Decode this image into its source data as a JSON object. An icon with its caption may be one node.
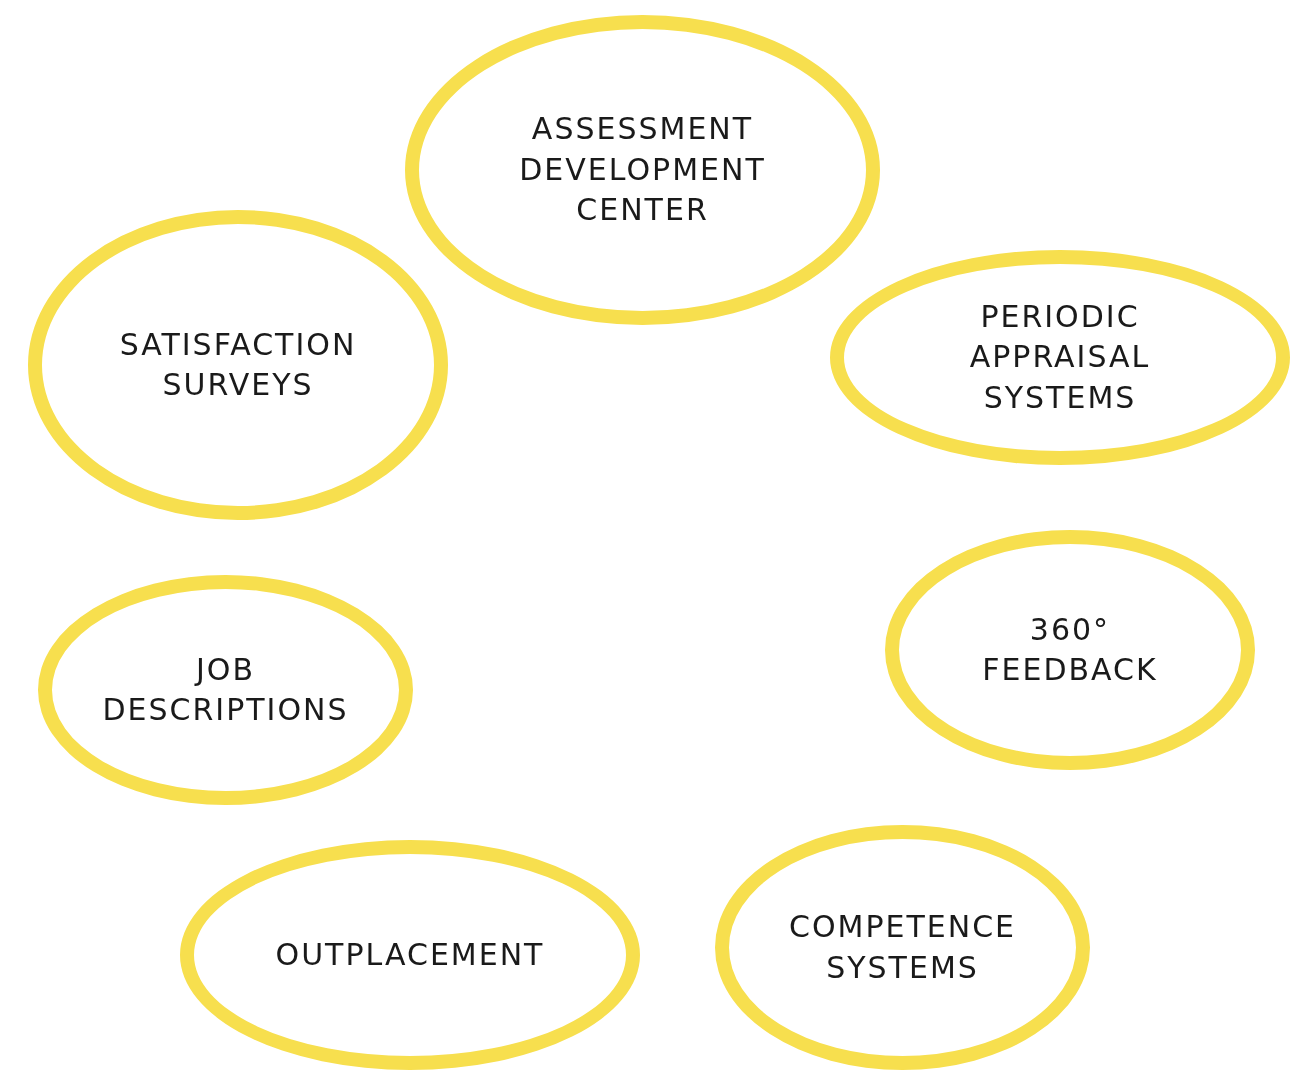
{
  "diagram": {
    "nodes": [
      {
        "text": [
          "ASSESSMENT DEVELOPMENT CENTER"
        ]
      },
      {
        "text": [
          "SATISFACTION SURVEYS"
        ]
      },
      {
        "text": [
          "PERIODIC APPRAISAL SYSTEMS"
        ]
      },
      {
        "text": [
          "JOB DESCRIPTIONS"
        ]
      },
      {
        "text": [
          "360° FEEDBACK"
        ]
      },
      {
        "text": [
          "OUTPLACEMENT"
        ]
      },
      {
        "text": [
          "COMPETENCE SYSTEMS"
        ]
      }
    ]
  }
}
